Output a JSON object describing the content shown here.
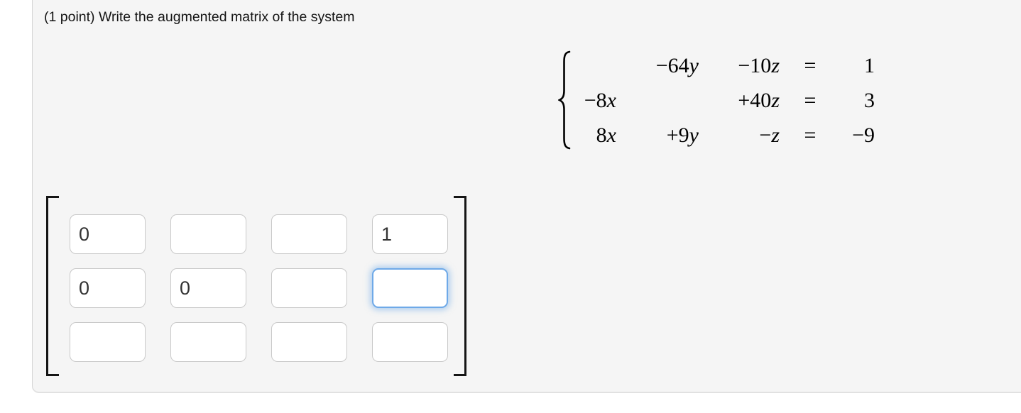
{
  "problem": {
    "statement": "(1 point) Write the augmented matrix of the system"
  },
  "system": {
    "rows": [
      {
        "x_coef": "",
        "x_var": "",
        "y_coef": "−64",
        "y_var": "y",
        "z_coef": "−10",
        "z_var": "z",
        "eq": "=",
        "rhs": "1"
      },
      {
        "x_coef": "−8",
        "x_var": "x",
        "y_coef": "",
        "y_var": "",
        "z_coef": "+40",
        "z_var": "z",
        "eq": "=",
        "rhs": "3"
      },
      {
        "x_coef": "8",
        "x_var": "x",
        "y_coef": "+9",
        "y_var": "y",
        "z_coef": "−",
        "z_var": "z",
        "eq": "=",
        "rhs": "−9"
      }
    ]
  },
  "matrix_answer": {
    "rows": 3,
    "cols": 4,
    "values": [
      [
        "0",
        "",
        "",
        "1"
      ],
      [
        "0",
        "0",
        "",
        ""
      ],
      [
        "",
        "",
        "",
        ""
      ]
    ],
    "focused_cell": {
      "row": 2,
      "col": 4
    }
  },
  "icons": {
    "system_brace": "left-curly-brace",
    "matrix_left_bracket": "left-square-bracket",
    "matrix_right_bracket": "right-square-bracket"
  },
  "colors": {
    "focus_border": "#6ea9e8",
    "panel_background": "#f5f5f5"
  }
}
